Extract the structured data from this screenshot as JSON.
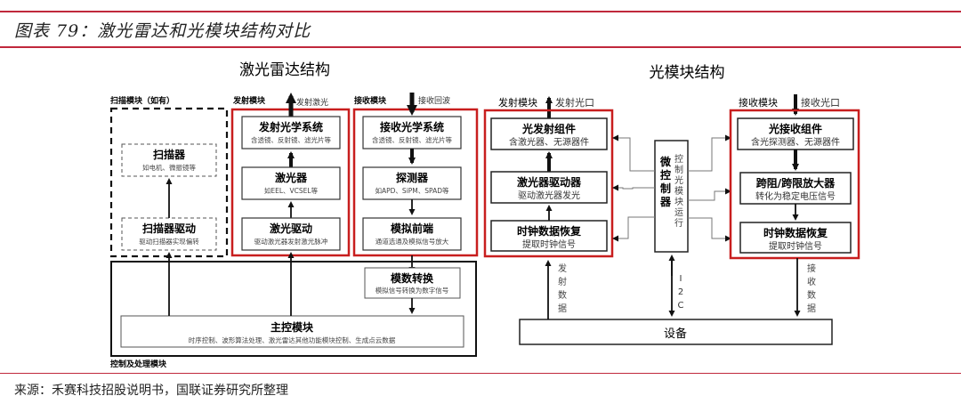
{
  "figure": {
    "title": "图表 79：激光雷达和光模块结构对比",
    "source": "来源：禾赛科技招股说明书，国联证券研究所整理"
  },
  "colors": {
    "accent": "#c0283c",
    "module_border": "#c81e1e",
    "line": "#222222",
    "thin_line": "#555555"
  },
  "lidar": {
    "heading": "激光雷达结构",
    "scan_module": {
      "label": "扫描模块（如有）",
      "scanner": {
        "title": "扫描器",
        "desc": "如电机、微振镜等"
      },
      "scanner_driver": {
        "title": "扫描器驱动",
        "desc": "驱动扫描器实现偏转"
      }
    },
    "emit_module": {
      "label": "发射模块",
      "output": "发射激光",
      "optics": {
        "title": "发射光学系统",
        "desc": "含透镜、反射镜、滤光片等"
      },
      "laser": {
        "title": "激光器",
        "desc": "如EEL、VCSEL等"
      },
      "driver": {
        "title": "激光驱动",
        "desc": "驱动激光器发射激光脉冲"
      }
    },
    "receive_module": {
      "label": "接收模块",
      "input": "接收回波",
      "optics": {
        "title": "接收光学系统",
        "desc": "含透镜、反射镜、滤光片等"
      },
      "detector": {
        "title": "探测器",
        "desc": "如APD、SiPM、SPAD等"
      },
      "frontend": {
        "title": "模拟前端",
        "desc": "通道选通及模拟信号放大"
      }
    },
    "control_module": {
      "label": "控制及处理模块",
      "adc": {
        "title": "模数转换",
        "desc": "模拟信号转换为数字信号"
      },
      "main": {
        "title": "主控模块",
        "desc": "时序控制、波形算法处理、激光雷达其他功能模块控制、生成点云数据"
      }
    }
  },
  "optical_module": {
    "heading": "光模块结构",
    "tx": {
      "label": "发射模块",
      "port": "发射光口",
      "tosa": {
        "title": "光发射组件",
        "desc": "含激光器、无源器件"
      },
      "driver": {
        "title": "激光器驱动器",
        "desc": "驱动激光器发光"
      },
      "cdr": {
        "title": "时钟数据恢复",
        "desc": "提取时钟信号"
      },
      "data_label": [
        "发",
        "射",
        "数",
        "据"
      ]
    },
    "rx": {
      "label": "接收模块",
      "port": "接收光口",
      "rosa": {
        "title": "光接收组件",
        "desc": "含光探测器、无源器件"
      },
      "tia": {
        "title": "跨阻/跨限放大器",
        "desc": "转化为稳定电压信号"
      },
      "cdr": {
        "title": "时钟数据恢复",
        "desc": "提取时钟信号"
      },
      "data_label": [
        "接",
        "收",
        "数",
        "据"
      ]
    },
    "mcu": {
      "title": [
        "微",
        "控",
        "制",
        "器"
      ],
      "note": [
        "控",
        "制",
        "光",
        "模",
        "块",
        "运",
        "行"
      ]
    },
    "bus": [
      "I",
      "2",
      "C"
    ],
    "device": "设备"
  }
}
